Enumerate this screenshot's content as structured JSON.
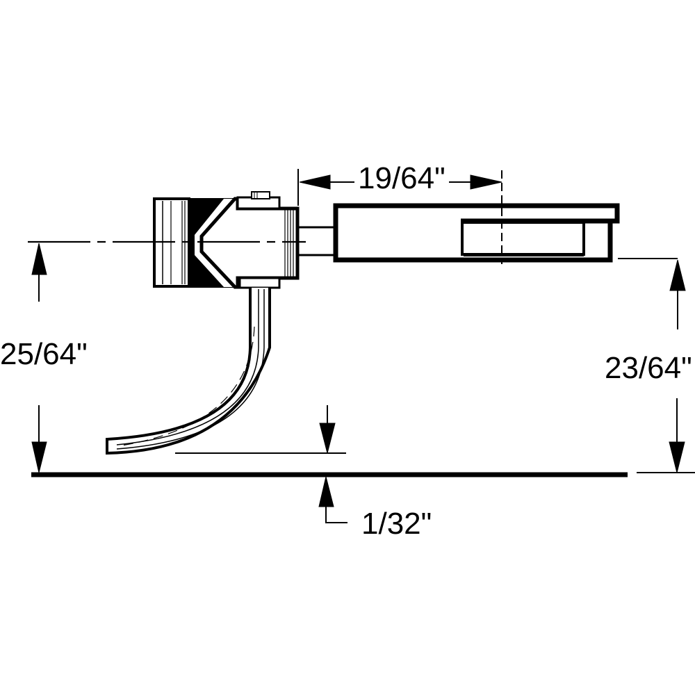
{
  "diagram": {
    "subject": "coupler side elevation with dimensions",
    "colors": {
      "line": "#000000",
      "background": "#ffffff"
    },
    "dimensions": {
      "shank_length": "19/64\"",
      "centerline_height": "25/64\"",
      "box_bottom_height": "23/64\"",
      "trip_pin_clearance": "1/32\""
    },
    "parts": [
      "coupler-knuckle",
      "coupler-head",
      "coupler-shank",
      "draft-gear-box",
      "trip-pin",
      "rail-top-line"
    ]
  }
}
